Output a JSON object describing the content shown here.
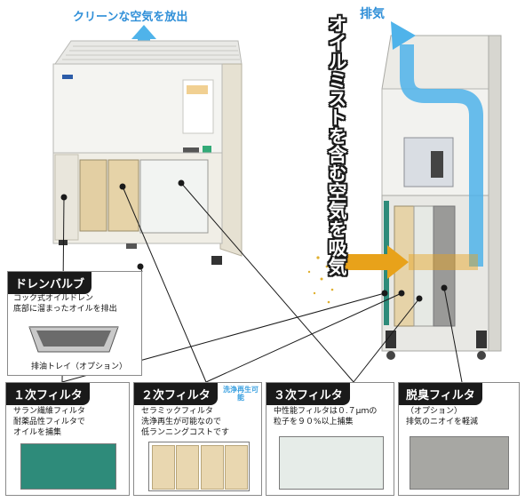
{
  "labels": {
    "clean_air": "クリーンな空気を放出",
    "exhaust": "排気",
    "intake": "オイルミストを含む空気を吸気"
  },
  "drain": {
    "title": "ドレンバルブ",
    "desc_line1": "コック式オイルドレン",
    "desc_line2": "底部に溜まったオイルを排出",
    "tray_label": "排油トレイ（オプション）"
  },
  "filters": [
    {
      "title": "１次フィルタ",
      "line1": "サラン繊維フィルタ",
      "line2": "耐薬品性フィルタで",
      "line3": "オイルを捕集",
      "badge": ""
    },
    {
      "title": "２次フィルタ",
      "line1": "セラミックフィルタ",
      "line2": "洗浄再生が可能なので",
      "line3": "低ランニングコストです",
      "badge": "洗浄再生可能"
    },
    {
      "title": "３次フィルタ",
      "line1": "中性能フィルタは０.７μｍの",
      "line2": "粒子を９０%以上捕集",
      "line3": "",
      "badge": ""
    },
    {
      "title": "脱臭フィルタ",
      "line1": "（オプション）",
      "line2": "排気のニオイを軽減",
      "line3": "",
      "badge": ""
    }
  ],
  "colors": {
    "arrow_blue": "#4fb3ea",
    "arrow_gold": "#e8a21a",
    "filter1": "#2e8b7a",
    "filter2": "#e9d7b0",
    "filter3": "#e6ece8",
    "filter4": "#a7a7a3"
  }
}
